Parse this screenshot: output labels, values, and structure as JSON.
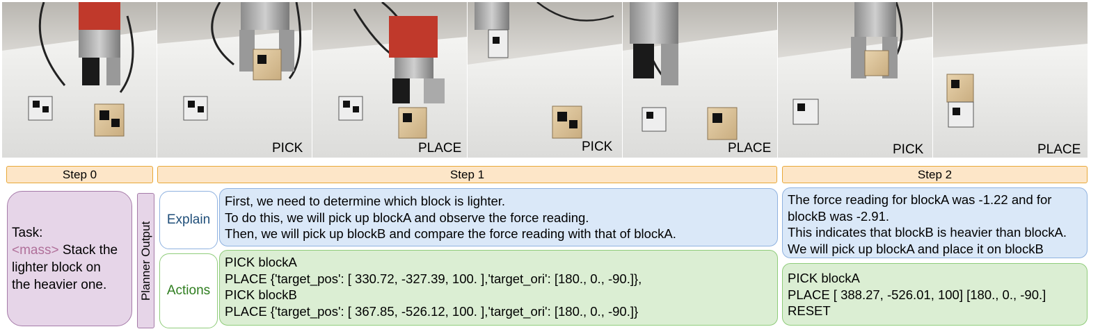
{
  "frames": [
    {
      "label": ""
    },
    {
      "label": ""
    },
    {
      "label": "PICK"
    },
    {
      "label": "PLACE"
    },
    {
      "label": "PICK"
    },
    {
      "label": "PLACE"
    },
    {
      "label": "PICK"
    },
    {
      "label": "PLACE"
    }
  ],
  "steps": [
    "Step 0",
    "Step 1",
    "Step 2"
  ],
  "task": {
    "title": "Task:",
    "tag": "<mass>",
    "text_first": "Stack the",
    "text_rest": [
      "lighter block on",
      "the heavier one."
    ]
  },
  "planner_label": "Planner Output",
  "explain_label": "Explain",
  "actions_label": "Actions",
  "step1": {
    "explain": [
      "First, we need to determine which block is lighter.",
      "To do this, we will pick up blockA and observe the force reading.",
      "Then, we will pick up blockB and compare the force reading with that of blockA."
    ],
    "actions": [
      "PICK blockA",
      "PLACE {'target_pos': [ 330.72, -327.39, 100. ],'target_ori': [180., 0., -90.]},",
      "PICK blockB",
      "PLACE {'target_pos': [ 367.85, -526.12, 100. ],'target_ori': [180., 0., -90.]}"
    ]
  },
  "step2": {
    "explain": [
      "The force reading for blockA was -1.22 and for blockB was -2.91.",
      "This indicates that blockB is heavier than blockA.",
      "We will pick up blockA and place it on blockB"
    ],
    "actions": [
      "PICK blockA",
      "PLACE [ 388.27, -526.01,  100]  [180.,   0., -90.]",
      "RESET"
    ]
  },
  "colors": {
    "step_fill": "#fde6c8",
    "step_border": "#e8a838",
    "task_fill": "#e6d5e8",
    "task_border": "#a57aa8",
    "explain_fill": "#dae8f8",
    "explain_border": "#8fb2e0",
    "actions_fill": "#dbeed3",
    "actions_border": "#8fcc7a",
    "mass_tag": "#b0709a"
  }
}
